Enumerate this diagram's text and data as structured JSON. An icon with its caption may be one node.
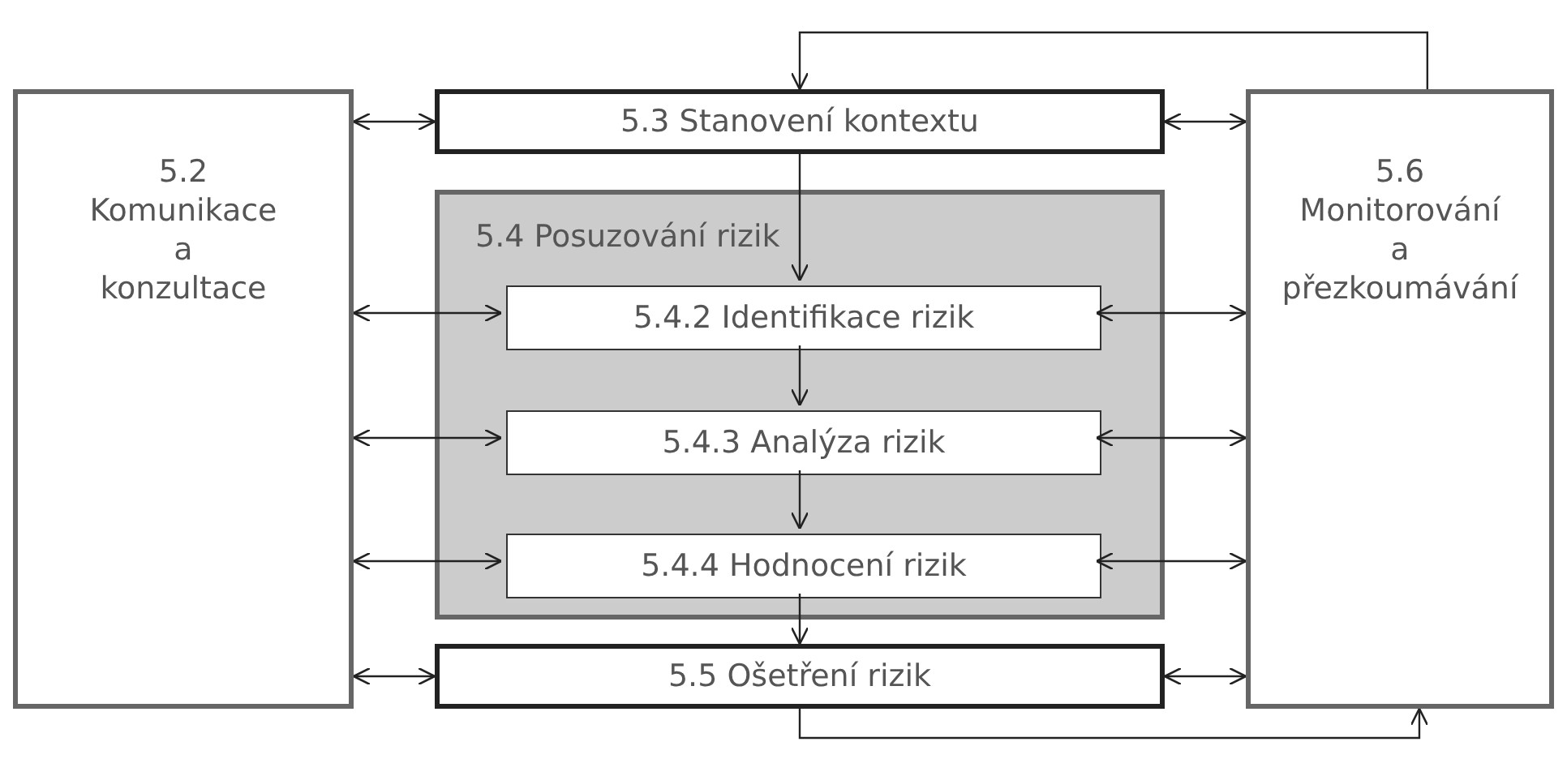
{
  "diagram": {
    "nodes": [
      {
        "text": [
          "5.2",
          "Komunikace a konzultace"
        ]
      },
      {
        "text": [
          "5.3 Stanovení kontextu"
        ]
      },
      {
        "text": [
          "5.4 Posuzování rizik"
        ]
      },
      {
        "text": [
          "5.4.2 Identifikace rizik"
        ],
        "in": 2
      },
      {
        "text": [
          "5.4.3 Analýza rizik"
        ],
        "in": 2
      },
      {
        "text": [
          "5.4.4 Hodnocení rizik"
        ],
        "in": 2
      },
      {
        "text": [
          "5.5 Ošetření rizik"
        ]
      },
      {
        "text": [
          "5.6",
          "Monitorování a přezkoumávání"
        ]
      }
    ],
    "edges": [
      {
        "from": 0,
        "to": 1,
        "arrow": "both"
      },
      {
        "from": 1,
        "to": 7,
        "arrow": "both"
      },
      {
        "from": 1,
        "to": 3,
        "arrow": "to"
      },
      {
        "from": 0,
        "to": 3,
        "arrow": "both"
      },
      {
        "from": 3,
        "to": 7,
        "arrow": "both"
      },
      {
        "from": 3,
        "to": 4,
        "arrow": "to"
      },
      {
        "from": 0,
        "to": 4,
        "arrow": "both"
      },
      {
        "from": 4,
        "to": 7,
        "arrow": "both"
      },
      {
        "from": 4,
        "to": 5,
        "arrow": "to"
      },
      {
        "from": 0,
        "to": 5,
        "arrow": "both"
      },
      {
        "from": 5,
        "to": 7,
        "arrow": "both"
      },
      {
        "from": 5,
        "to": 6,
        "arrow": "to"
      },
      {
        "from": 0,
        "to": 6,
        "arrow": "both"
      },
      {
        "from": 6,
        "to": 7,
        "arrow": "both"
      },
      {
        "from": 6,
        "to": 7,
        "arrow": "to"
      },
      {
        "from": 7,
        "to": 1,
        "arrow": "to"
      }
    ]
  }
}
